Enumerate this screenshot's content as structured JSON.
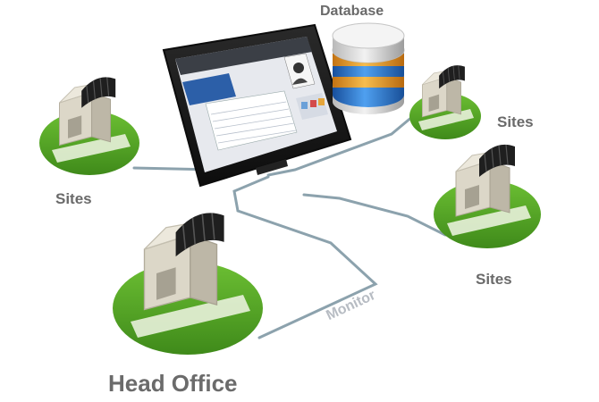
{
  "labels": {
    "database": "Database",
    "sites_left": "Sites",
    "sites_right_top": "Sites",
    "sites_right_bottom": "Sites",
    "head_office": "Head Office",
    "monitor": "Monitor"
  },
  "nodes": [
    {
      "id": "database",
      "icon": "database-icon"
    },
    {
      "id": "monitor",
      "icon": "monitor-icon"
    },
    {
      "id": "site-left",
      "icon": "store-icon"
    },
    {
      "id": "site-right-top",
      "icon": "store-icon"
    },
    {
      "id": "site-right-bottom",
      "icon": "store-icon"
    },
    {
      "id": "head-office",
      "icon": "store-icon"
    }
  ],
  "edges": [
    {
      "from": "site-left",
      "to": "monitor"
    },
    {
      "from": "site-right-top",
      "to": "monitor"
    },
    {
      "from": "site-right-bottom",
      "to": "monitor"
    },
    {
      "from": "head-office",
      "to": "monitor"
    }
  ],
  "colors": {
    "label_text": "#6a6a6a",
    "monitor_label": "#b7bcc3",
    "connector": "#8ca2ad",
    "platform_green": "#4e9a1f",
    "platform_stripe": "#e8f1da",
    "database_blue": "#2d6fc4",
    "database_orange": "#e39a24"
  }
}
